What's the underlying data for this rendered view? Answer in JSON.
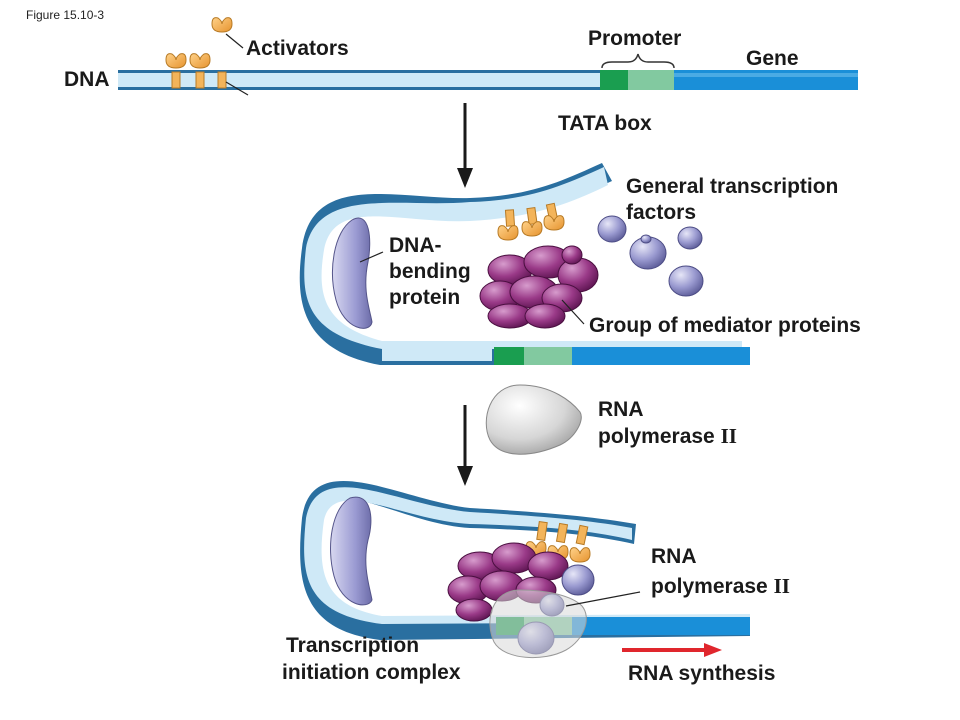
{
  "figure_id": "Figure 15.10-3",
  "labels": {
    "activators": "Activators",
    "dna": "DNA",
    "promoter": "Promoter",
    "gene": "Gene",
    "tata_box": "TATA box",
    "general_tf_line1": "General transcription",
    "general_tf_line2": "factors",
    "dna_bending_line1": "DNA-",
    "dna_bending_line2": "bending",
    "dna_bending_line3": "protein",
    "mediator": "Group of mediator proteins",
    "rna_pol_line1": "RNA",
    "rna_pol_line2": "polymerase",
    "rna_pol_numeral": "II",
    "rna_pol_b_line1": "RNA",
    "rna_pol_b_line2": "polymerase",
    "rna_pol_b_numeral": "II",
    "tic_line1": "Transcription",
    "tic_line2": "initiation complex",
    "rna_synthesis": "RNA synthesis"
  },
  "colors": {
    "dna_fill": "#cfe9f7",
    "dna_outline": "#2a6fa0",
    "gene": "#1a8fd8",
    "tata": "#1a9e50",
    "promoter_rest": "#82c9a0",
    "activator": "#f3b45a",
    "mediator": "#8c2f7a",
    "gtf": "#8c8cc8",
    "bending": "#9a9ad2",
    "polymerase": "#d9d9d9",
    "arrow_red": "#e0262d"
  }
}
